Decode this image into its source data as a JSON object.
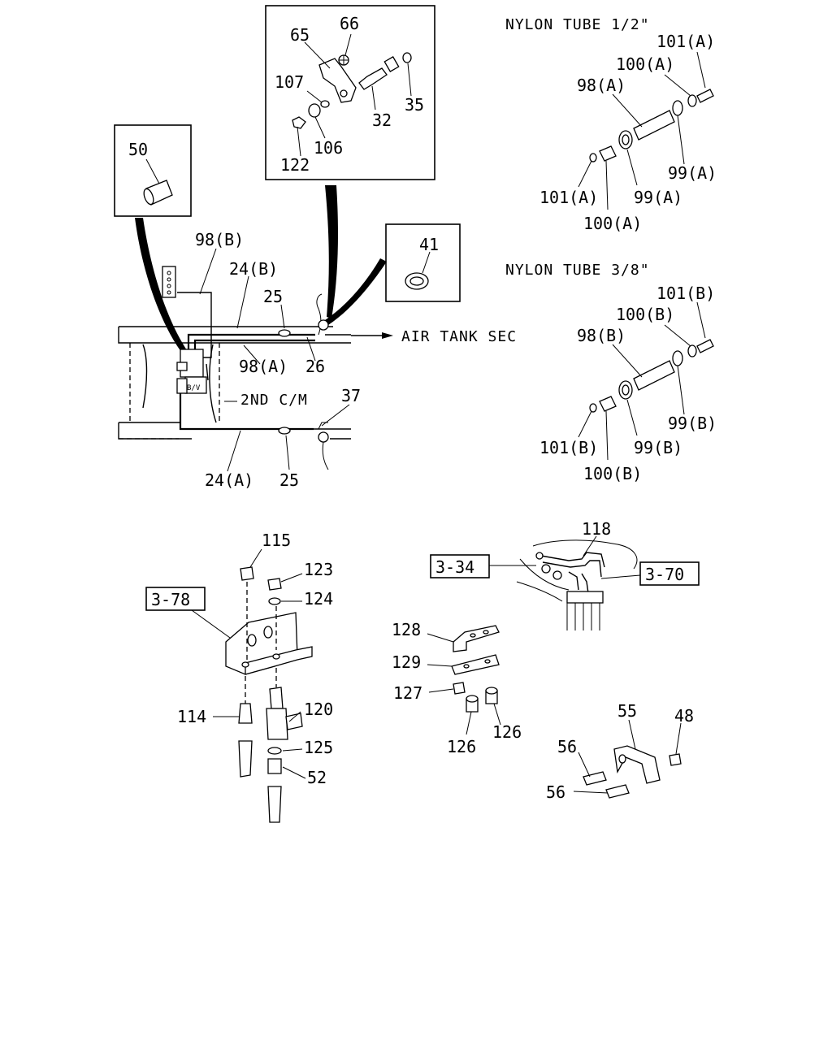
{
  "headers": {
    "tube_half": "NYLON TUBE 1/2\"",
    "tube_3_8": "NYLON TUBE 3/8\""
  },
  "annotations": {
    "air_tank": "AIR TANK SEC",
    "second_cm": "2ND C/M"
  },
  "references": {
    "ref_3_78": "3-78",
    "ref_3_34": "3-34",
    "ref_3_70": "3-70"
  },
  "callouts": {
    "p65": "65",
    "p66": "66",
    "p107": "107",
    "p32": "32",
    "p35": "35",
    "p106": "106",
    "p122": "122",
    "p50": "50",
    "p41": "41",
    "p98b_main": "98(B)",
    "p24b": "24(B)",
    "p25_top": "25",
    "p98a_main": "98(A)",
    "p26": "26",
    "p37": "37",
    "p24a": "24(A)",
    "p25_bot": "25",
    "t1_101a_top": "101(A)",
    "t1_100a_top": "100(A)",
    "t1_98a": "98(A)",
    "t1_99a_right": "99(A)",
    "t1_101a_bot": "101(A)",
    "t1_99a_bot": "99(A)",
    "t1_100a_bot": "100(A)",
    "t2_101b_top": "101(B)",
    "t2_100b_top": "100(B)",
    "t2_98b": "98(B)",
    "t2_99b_right": "99(B)",
    "t2_101b_bot": "101(B)",
    "t2_99b_bot": "99(B)",
    "t2_100b_bot": "100(B)",
    "p115": "115",
    "p123": "123",
    "p124": "124",
    "p114": "114",
    "p120": "120",
    "p125": "125",
    "p52": "52",
    "p118": "118",
    "p128": "128",
    "p129": "129",
    "p127": "127",
    "p126_left": "126",
    "p126_right": "126",
    "p55": "55",
    "p48": "48",
    "p56_top": "56",
    "p56_bot": "56"
  }
}
